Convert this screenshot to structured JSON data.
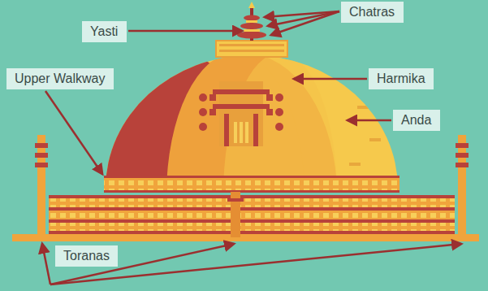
{
  "diagram": {
    "nodes": [
      {
        "text": [
          "Chatras"
        ]
      },
      {
        "text": [
          "Yasti"
        ]
      },
      {
        "text": [
          "Harmika"
        ]
      },
      {
        "text": [
          "Upper Walkway"
        ]
      },
      {
        "text": [
          "Anda"
        ]
      },
      {
        "text": [
          "Toranas"
        ]
      }
    ]
  }
}
